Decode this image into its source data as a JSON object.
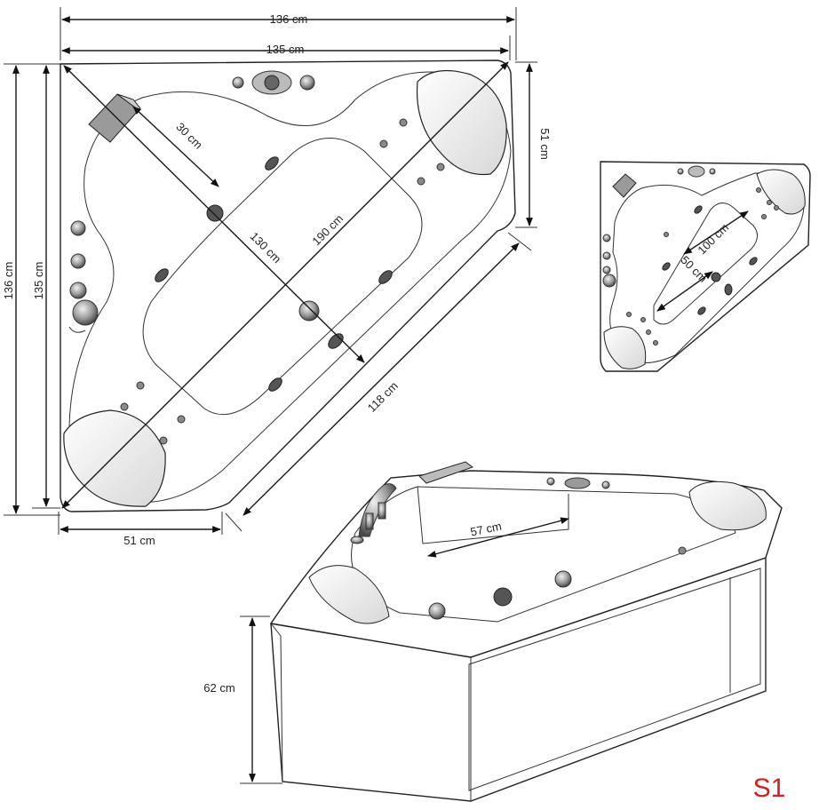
{
  "top_view": {
    "dim_width_outer": "136 cm",
    "dim_width_inner": "135 cm",
    "dim_height_outer": "136 cm",
    "dim_height_inner": "135 cm",
    "dim_right_side": "51 cm",
    "dim_bottom_side": "51 cm",
    "dim_front_edge": "118 cm",
    "dim_diagonal_long": "190 cm",
    "dim_diagonal_inner": "130 cm",
    "dim_seat_depth": "30 cm"
  },
  "small_view": {
    "dim_basin_length": "100 cm",
    "dim_basin_width": "50 cm"
  },
  "perspective_view": {
    "dim_height": "62 cm",
    "dim_recess": "57 cm"
  },
  "model_code": "S1",
  "colors": {
    "model_code": "#d42020",
    "outline": "#1a1a1a"
  }
}
